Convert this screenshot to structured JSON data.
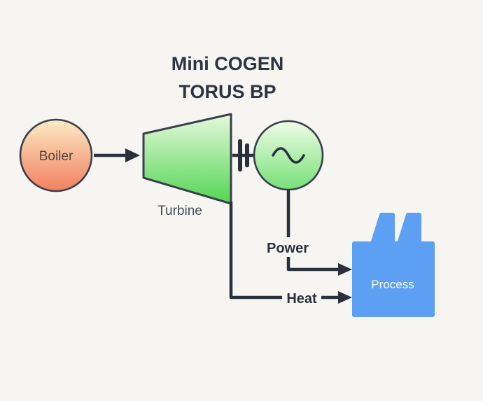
{
  "title": {
    "line1": "Mini COGEN",
    "line2": "TORUS BP"
  },
  "nodes": {
    "boiler": {
      "label": "Boiler"
    },
    "turbine": {
      "label": "Turbine"
    },
    "generator": {
      "icon": "sine-wave"
    },
    "process": {
      "label": "Process"
    }
  },
  "flows": {
    "power": {
      "label": "Power"
    },
    "heat": {
      "label": "Heat"
    }
  },
  "colors": {
    "background": "#f6f5f2",
    "stroke_dark": "#2a313c",
    "outline": "#39404c",
    "title_text": "#2c3440",
    "label_text": "#454b57",
    "boiler_text": "#4f463c",
    "boiler_top": "#fceac6",
    "boiler_bottom": "#f2805f",
    "turbine_top": "#e6f9dd",
    "turbine_bottom": "#51d551",
    "generator_top": "#f0fce8",
    "generator_bottom": "#77e077",
    "process_fill": "#5d9ff2",
    "process_text": "#ffffff"
  }
}
